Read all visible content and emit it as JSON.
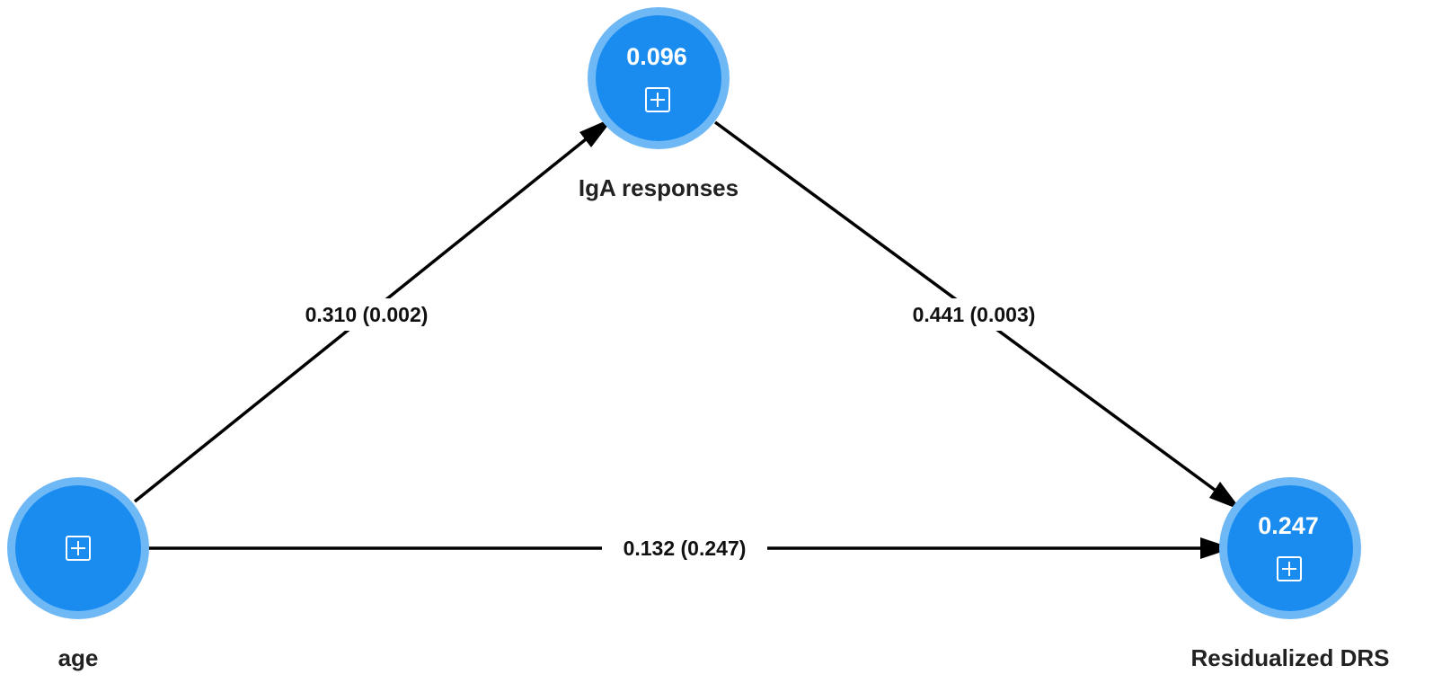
{
  "diagram": {
    "nodes": {
      "iga": {
        "label": "IgA responses",
        "value": "0.096",
        "expand_icon": "plus-square-icon"
      },
      "age": {
        "label": "age",
        "value": "",
        "expand_icon": "plus-square-icon"
      },
      "drs": {
        "label": "Residualized DRS",
        "value": "0.247",
        "expand_icon": "plus-square-icon"
      }
    },
    "edges": {
      "age_to_iga": {
        "from": "age",
        "to": "IgA responses",
        "label": "0.310 (0.002)"
      },
      "iga_to_drs": {
        "from": "IgA responses",
        "to": "Residualized DRS",
        "label": "0.441 (0.003)"
      },
      "age_to_drs": {
        "from": "age",
        "to": "Residualized DRS",
        "label": "0.132 (0.247)"
      }
    },
    "colors": {
      "node_fill": "#1a8cf0",
      "node_ring": "#6fb8f6",
      "edge": "#000000",
      "label_text": "#222222"
    }
  }
}
